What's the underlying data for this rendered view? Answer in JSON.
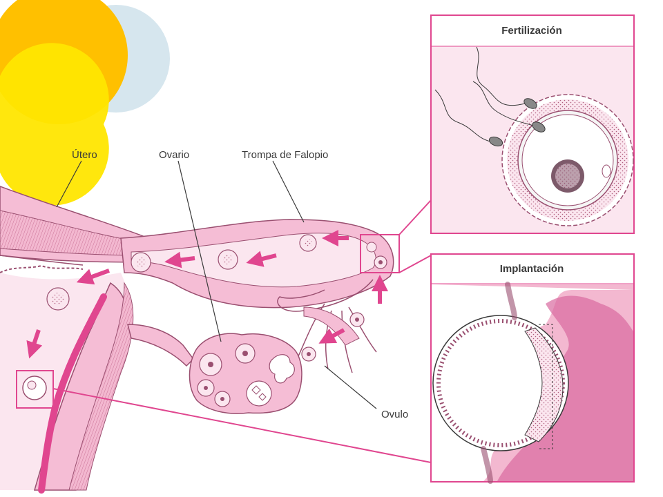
{
  "labels": {
    "uterus": "Útero",
    "ovary": "Ovario",
    "fallopian_tube": "Trompa de Falopio",
    "ovum": "Ovulo"
  },
  "panels": {
    "fertilization_title": "Fertilización",
    "implantation_title": "Implantación"
  },
  "colors": {
    "accent_pink": "#e0468f",
    "tissue_pink": "#f5bdd5",
    "dark_pink": "#e0468f",
    "light_pink": "#fbe6ef",
    "deep_tissue": "#d9699f",
    "sun_orange": "#ffc000",
    "sun_yellow": "#ffe600",
    "sun_blue": "#d6e6ee"
  }
}
